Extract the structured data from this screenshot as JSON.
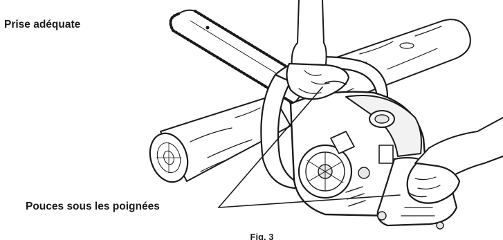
{
  "heading": "Prise adéquate",
  "callout_label": "Pouces sous les poignées",
  "figure_caption": "Fig. 3",
  "colors": {
    "ink": "#1a1a1a",
    "paper": "#ffffff",
    "shade": "#e8e8e8"
  },
  "illustration": "chainsaw-held-with-both-hands-over-crossed-logs-icon"
}
